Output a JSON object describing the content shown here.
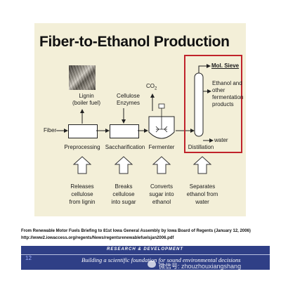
{
  "title": "Fiber-to-Ethanol Production",
  "inputs": {
    "fiber": "Fiber",
    "lignin_line1": "Lignin",
    "lignin_line2": "(boiler fuel)",
    "enzymes_line1": "Cellulose",
    "enzymes_line2": "Enzymes",
    "co2_base": "CO",
    "co2_sub": "2"
  },
  "steps": [
    {
      "label": "Preprocessing",
      "desc": [
        "Releases",
        "cellulose",
        "from lignin"
      ]
    },
    {
      "label": "Saccharification",
      "desc": [
        "Breaks",
        "cellulose",
        "into sugar"
      ]
    },
    {
      "label": "Fermenter",
      "desc": [
        "Converts",
        "sugar into",
        "ethanol"
      ]
    },
    {
      "label": "Distillation",
      "desc": [
        "Separates",
        "ethanol from",
        "water"
      ]
    }
  ],
  "distillation": {
    "mol_sieve": "Mol. Sieve",
    "products": [
      "Ethanol and",
      "other",
      "fermentation",
      "products"
    ],
    "water": "water"
  },
  "citation": {
    "line1": "From Renewable Motor Fuels Briefing to 81st Iowa General Assembly by Iowa Board of Regents (January 12, 2006)",
    "line2": "http://www2.iowaccess.org/regents/News/regentsrenewablefuelsjan2006.pdf"
  },
  "banner": {
    "heading": "RESEARCH & DEVELOPMENT",
    "tagline": "Building a scientific foundation for sound environmental decisions",
    "page_number": "12",
    "watermark": "微信号: zhouzhouxiangshang"
  },
  "colors": {
    "highlight_box": "#c0232b",
    "banner": "#2f3f86",
    "slide_bg": "#f3efd8"
  }
}
